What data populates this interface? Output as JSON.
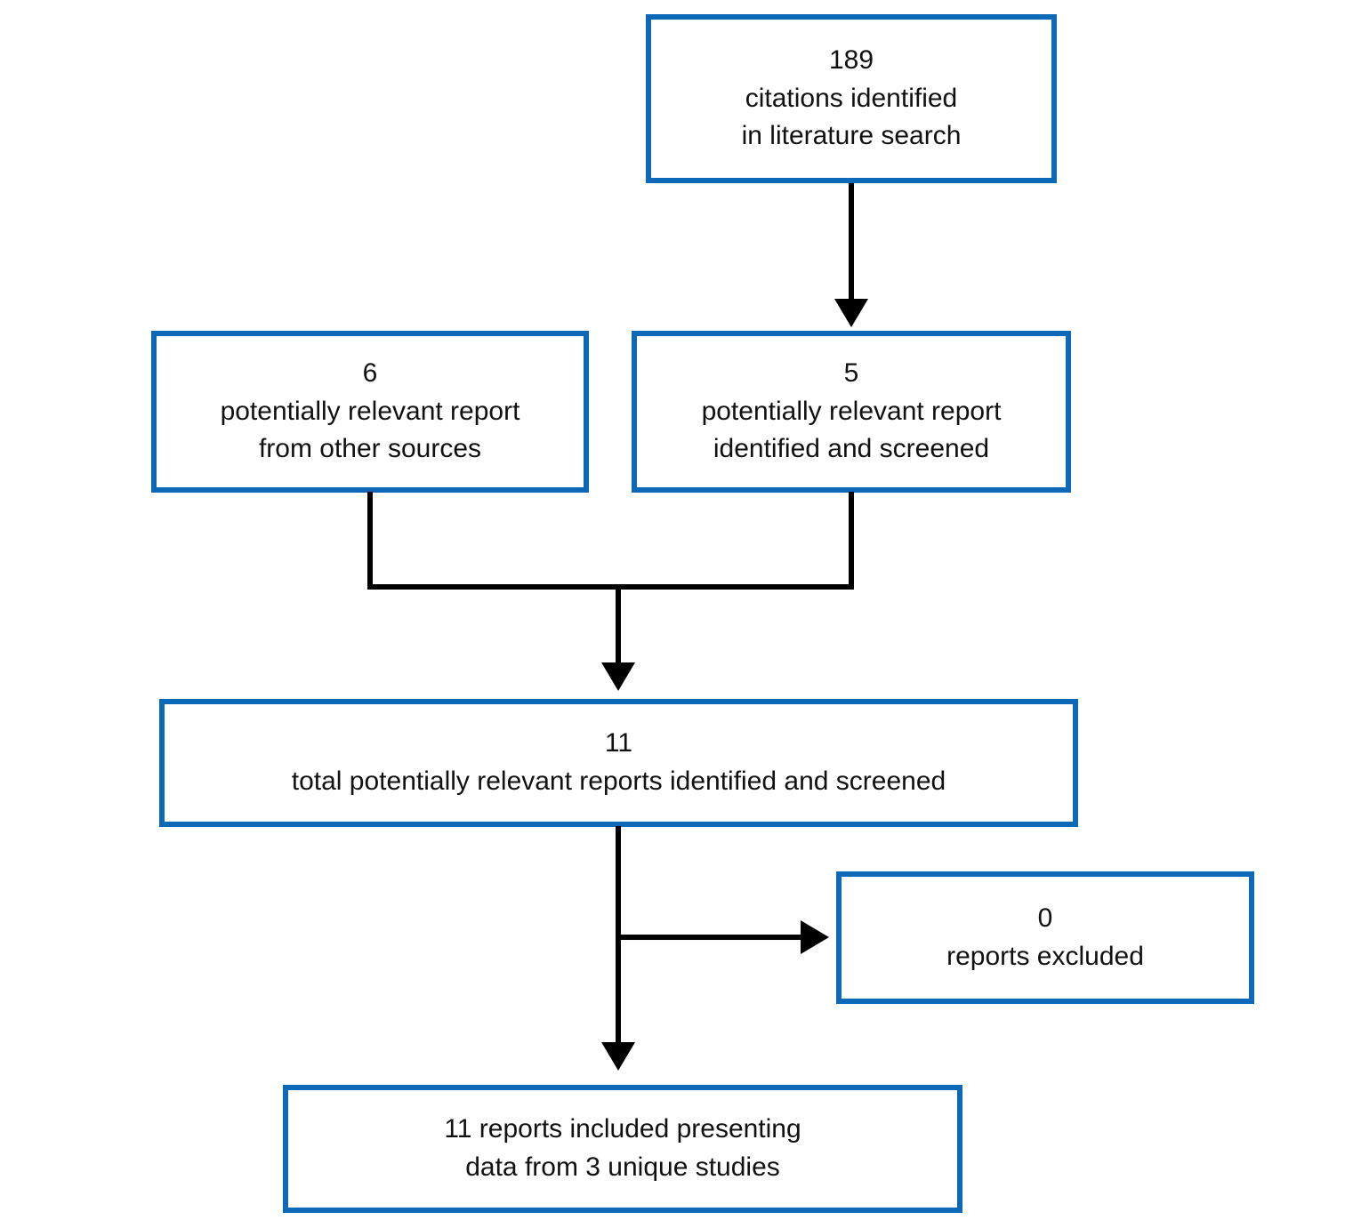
{
  "diagram": {
    "type": "flowchart",
    "description": "Literature search and screening flow diagram"
  },
  "colors": {
    "accent": "#0d68b8",
    "ink": "#111111",
    "bg": "#ffffff"
  },
  "boxes": [
    {
      "id": "citations-identified",
      "lines": [
        "189",
        "citations identified",
        "in literature search"
      ]
    },
    {
      "id": "other-sources",
      "lines": [
        "6",
        "potentially relevant report",
        "from other sources"
      ]
    },
    {
      "id": "identified-and-screened",
      "lines": [
        "5",
        "potentially relevant report",
        "identified and screened"
      ]
    },
    {
      "id": "total-screened",
      "lines": [
        "11",
        "total potentially relevant reports identified and screened"
      ]
    },
    {
      "id": "reports-excluded",
      "lines": [
        "0",
        "reports excluded"
      ]
    },
    {
      "id": "reports-included",
      "lines": [
        "11 reports included presenting",
        "data from 3 unique studies"
      ]
    }
  ],
  "edges": [
    {
      "from": "citations-identified",
      "to": "identified-and-screened"
    },
    {
      "from": "other-sources",
      "to": "total-screened"
    },
    {
      "from": "identified-and-screened",
      "to": "total-screened"
    },
    {
      "from": "total-screened",
      "to": "reports-excluded"
    },
    {
      "from": "total-screened",
      "to": "reports-included"
    }
  ]
}
